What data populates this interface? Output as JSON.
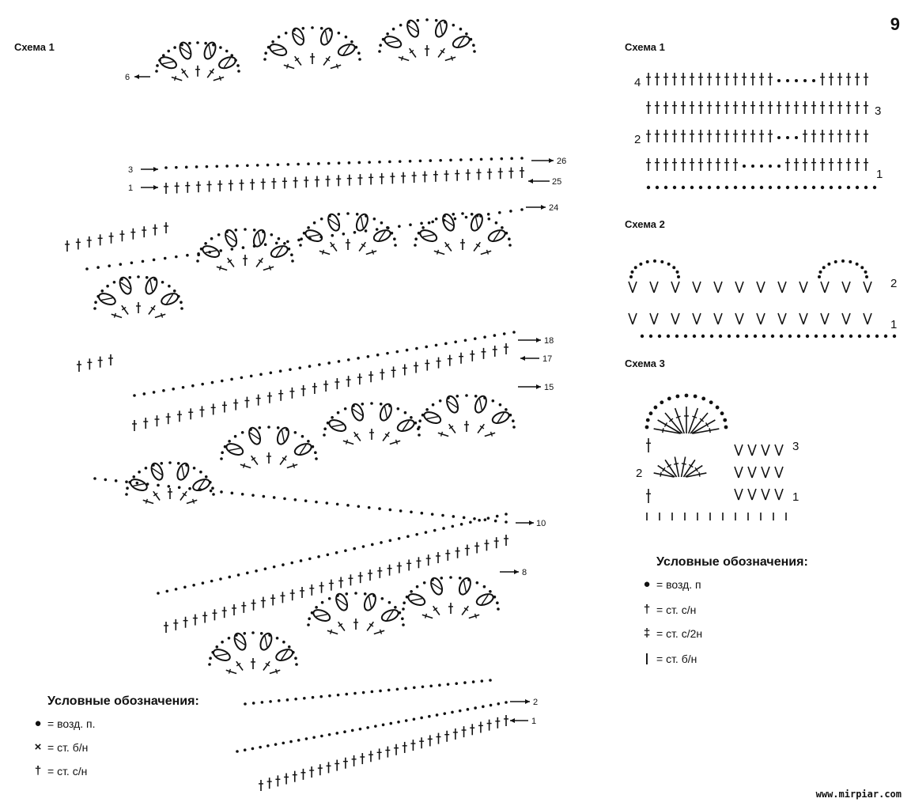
{
  "page_number": "9",
  "main_chart": {
    "title": "Схема 1",
    "row_numbers_right": [
      "26",
      "25",
      "24",
      "18",
      "17",
      "15",
      "10",
      "8",
      "2",
      "1"
    ],
    "row_numbers_left": [
      "6",
      "3",
      "1"
    ],
    "legend": {
      "title": "Условные обозначения:",
      "items": [
        {
          "symbol": "●",
          "text": "= возд. п."
        },
        {
          "symbol": "×",
          "text": "= ст. б/н"
        },
        {
          "symbol": "†",
          "text": "= ст. с/н"
        }
      ]
    }
  },
  "schema1": {
    "title": "Схема 1",
    "rows": [
      "4",
      "3",
      "2",
      "1"
    ]
  },
  "schema2": {
    "title": "Схема 2",
    "rows": [
      "2",
      "1"
    ]
  },
  "schema3": {
    "title": "Схема 3",
    "rows": [
      "3",
      "2",
      "1"
    ]
  },
  "legend2": {
    "title": "Условные обозначения:",
    "items": [
      {
        "symbol": "●",
        "text": "= возд. п"
      },
      {
        "symbol": "†",
        "text": "= ст. с/н"
      },
      {
        "symbol": "‡",
        "text": "= ст. с/2н"
      },
      {
        "symbol": "|",
        "text": "= ст. б/н"
      }
    ]
  },
  "watermark": "www.mirpiar.com"
}
